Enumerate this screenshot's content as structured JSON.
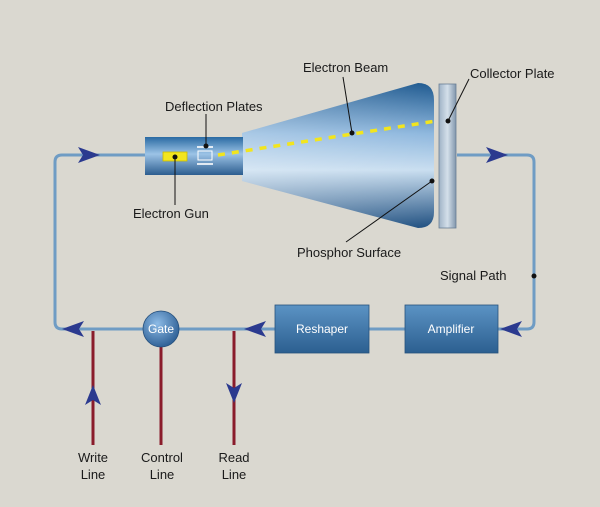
{
  "labels": {
    "electron_beam": "Electron Beam",
    "collector_plate": "Collector Plate",
    "deflection_plates": "Deflection Plates",
    "electron_gun": "Electron Gun",
    "phosphor_surface": "Phosphor Surface",
    "signal_path": "Signal Path",
    "reshaper": "Reshaper",
    "amplifier": "Amplifier",
    "gate": "Gate",
    "write_line": [
      "Write",
      "Line"
    ],
    "control_line": [
      "Control",
      "Line"
    ],
    "read_line": [
      "Read",
      "Line"
    ]
  },
  "colors": {
    "background": "#dad8d0",
    "signal_path": "#6f9cc4",
    "arrow": "#2b3a8f",
    "io_line": "#8a1c2b",
    "beam": "#f2e51e",
    "box_top": "#4d84b4",
    "box_bottom": "#2c5f90"
  }
}
